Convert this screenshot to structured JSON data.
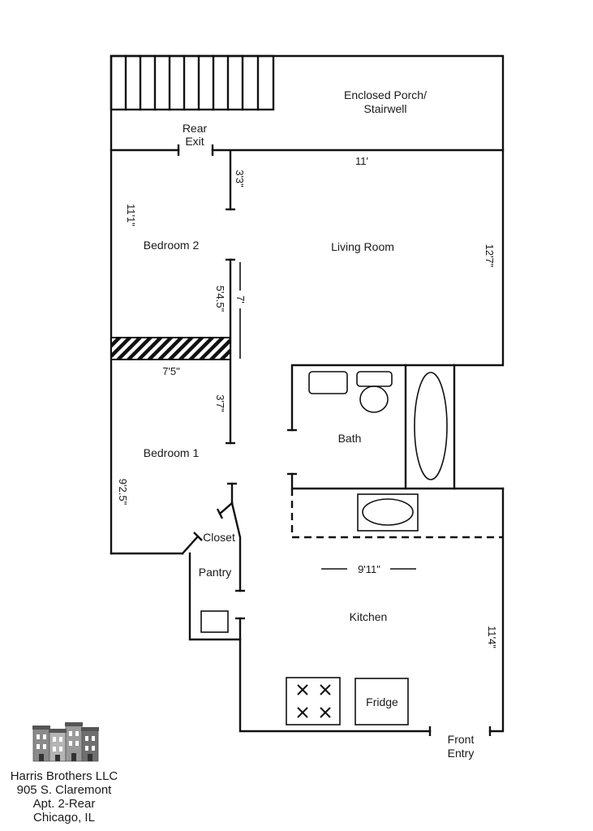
{
  "rooms": {
    "porch_line1": "Enclosed Porch/",
    "porch_line2": "Stairwell",
    "rear_exit_line1": "Rear",
    "rear_exit_line2": "Exit",
    "living_room": "Living Room",
    "bedroom2": "Bedroom 2",
    "bedroom1": "Bedroom 1",
    "bath": "Bath",
    "closet": "Closet",
    "pantry": "Pantry",
    "kitchen": "Kitchen",
    "fridge": "Fridge",
    "front_entry_line1": "Front",
    "front_entry_line2": "Entry"
  },
  "dimensions": {
    "living_width": "11'",
    "bedroom2_depth": "11'1\"",
    "living_depth": "12'7\"",
    "wall_3_3": "3'3\"",
    "wall_5_4_5": "5'4.5\"",
    "wall_7": "7'",
    "bedroom_width": "7'5\"",
    "wall_3_7": "3'7\"",
    "bedroom1_depth": "9'2.5\"",
    "kitchen_width": "9'11\"",
    "kitchen_depth": "11'4\""
  },
  "company": {
    "name": "Harris Brothers LLC",
    "address": "905 S. Claremont",
    "unit": "Apt. 2-Rear",
    "city": "Chicago, IL"
  },
  "icons": {
    "logo": "rowhouse-logo-icon",
    "stove": "stove-burners-icon"
  }
}
